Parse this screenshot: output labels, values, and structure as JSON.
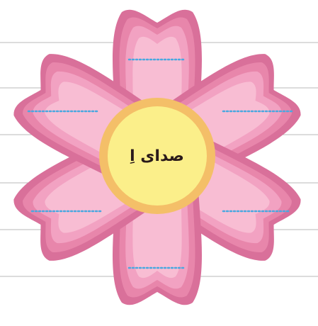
{
  "center": {
    "label": "صدای اِ"
  },
  "colors": {
    "petal_outer": "#d9709a",
    "petal_mid": "#e886ab",
    "petal_inner": "#f2a2c2",
    "petal_light": "#f8bdd3",
    "center_ring": "#f4bf68",
    "center_fill": "#fbef8a",
    "dotted_line": "#4aa8e0",
    "ruled_line": "#b9b9b9"
  },
  "petal_blanks": [
    {
      "name": "top",
      "value": ""
    },
    {
      "name": "upper-left",
      "value": ""
    },
    {
      "name": "upper-right",
      "value": ""
    },
    {
      "name": "lower-left",
      "value": ""
    },
    {
      "name": "lower-right",
      "value": ""
    },
    {
      "name": "bottom",
      "value": ""
    }
  ]
}
